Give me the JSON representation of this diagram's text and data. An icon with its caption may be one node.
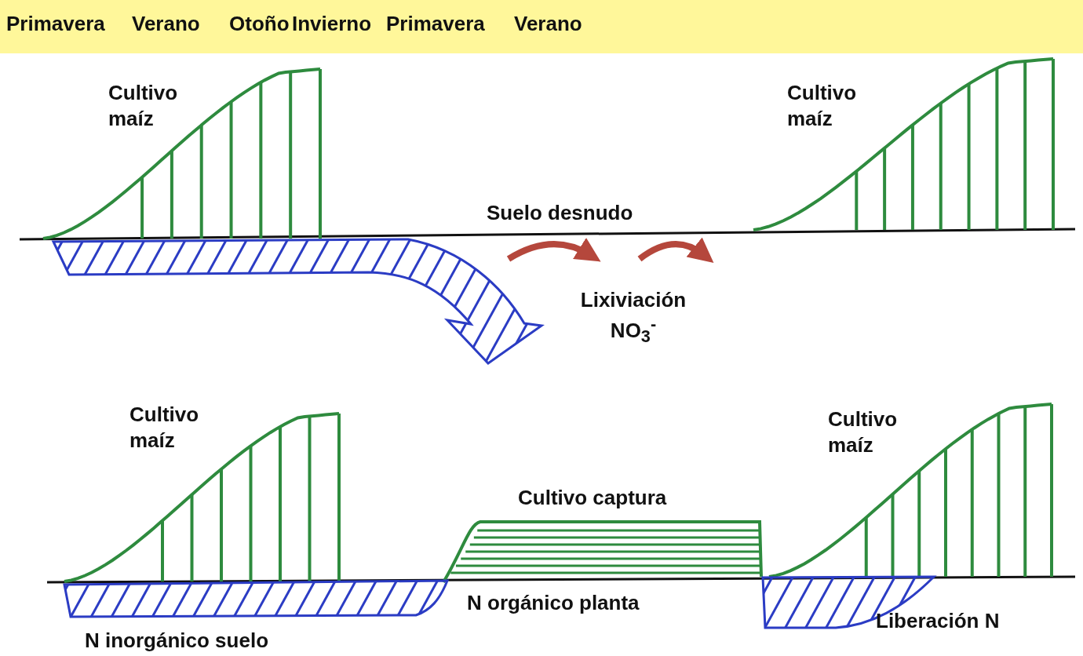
{
  "diagram": {
    "labels": [
      "Primavera",
      "Verano",
      "Otoño",
      "Invierno",
      "Primavera",
      "Verano",
      "Cultivo maíz",
      "Cultivo maíz",
      "Suelo desnudo",
      "Lixiviación NO$_{3}$$^{-}$",
      "Cultivo maíz",
      "Cultivo maíz",
      "Cultivo captura",
      "N orgánico planta",
      "Liberación N",
      "N inorgánico suelo"
    ]
  }
}
